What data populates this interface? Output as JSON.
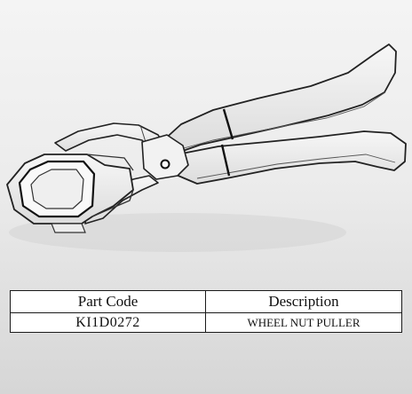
{
  "table": {
    "headers": [
      "Part Code",
      "Description"
    ],
    "rows": [
      {
        "part_code": "KI1D0272",
        "description": "WHEEL NUT PULLER"
      }
    ]
  }
}
